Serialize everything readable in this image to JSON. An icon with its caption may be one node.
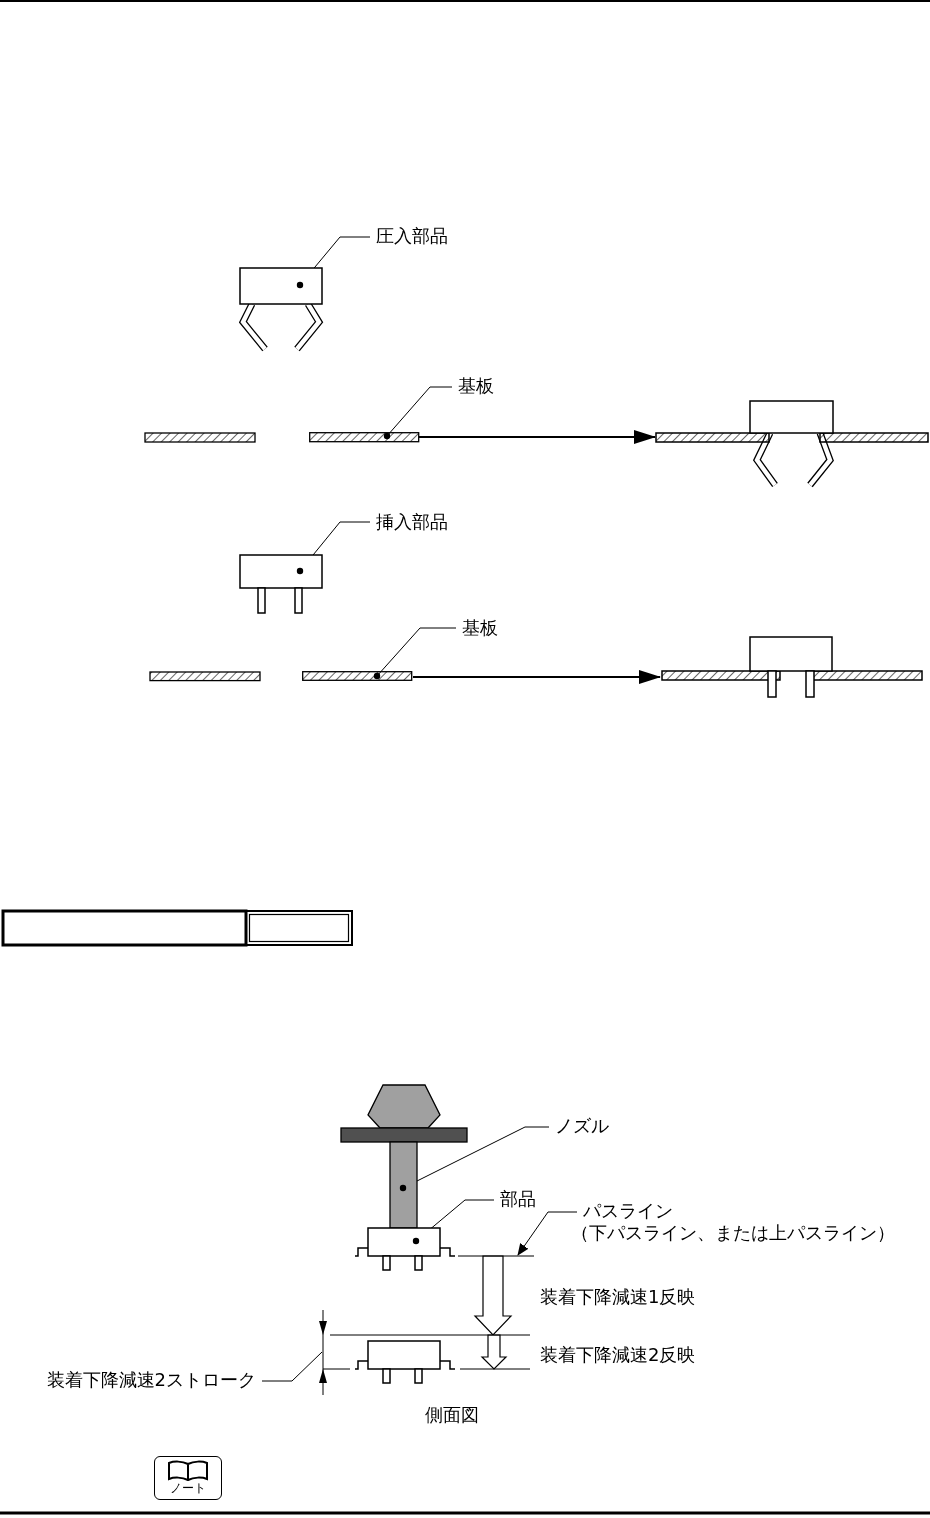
{
  "diagram": {
    "nodes": [
      {
        "text": [
          "圧入部品"
        ]
      },
      {
        "text": [],
        "shape": "box"
      },
      {
        "text": [
          "基板"
        ]
      },
      {
        "text": [],
        "shape": "bar"
      },
      {
        "text": [],
        "shape": "box"
      },
      {
        "text": [
          "挿入部品"
        ]
      },
      {
        "text": [],
        "shape": "box"
      },
      {
        "text": [
          "基板"
        ]
      },
      {
        "text": [],
        "shape": "bar"
      },
      {
        "text": [],
        "shape": "box"
      },
      {
        "text": [
          "ノズル"
        ]
      },
      {
        "text": [],
        "shape": "bar"
      },
      {
        "text": [
          "部品"
        ]
      },
      {
        "text": [],
        "shape": "box"
      },
      {
        "text": [
          "パスライン",
          "（下パスライン、または上パスライン）"
        ]
      },
      {
        "text": [],
        "shape": "line"
      },
      {
        "text": [
          "装着下降減速2ストローク"
        ]
      },
      {
        "text": [],
        "shape": "box"
      },
      {
        "text": [],
        "shape": "line"
      },
      {
        "text": [],
        "shape": "line"
      },
      {
        "text": [],
        "shape": "line"
      }
    ],
    "edges": [
      {
        "from": 0,
        "to": 1,
        "arrow": "none"
      },
      {
        "from": 2,
        "to": 3,
        "arrow": "none"
      },
      {
        "from": 3,
        "to": 4,
        "arrow": "to"
      },
      {
        "from": 5,
        "to": 6,
        "arrow": "none"
      },
      {
        "from": 7,
        "to": 8,
        "arrow": "none"
      },
      {
        "from": 8,
        "to": 9,
        "arrow": "to"
      },
      {
        "from": 10,
        "to": 11,
        "arrow": "none"
      },
      {
        "from": 12,
        "to": 13,
        "arrow": "none"
      },
      {
        "from": 14,
        "to": 15,
        "arrow": "to"
      },
      {
        "from": 16,
        "to": 20,
        "arrow": "none"
      },
      {
        "from": 15,
        "to": 18,
        "arrow": "to",
        "style": "thick"
      },
      {
        "from": 18,
        "to": 19,
        "arrow": "to",
        "style": "thick"
      }
    ],
    "labels": [
      "装着下降減速1反映",
      "装着下降減速2反映",
      "側面図",
      "ノート"
    ]
  }
}
